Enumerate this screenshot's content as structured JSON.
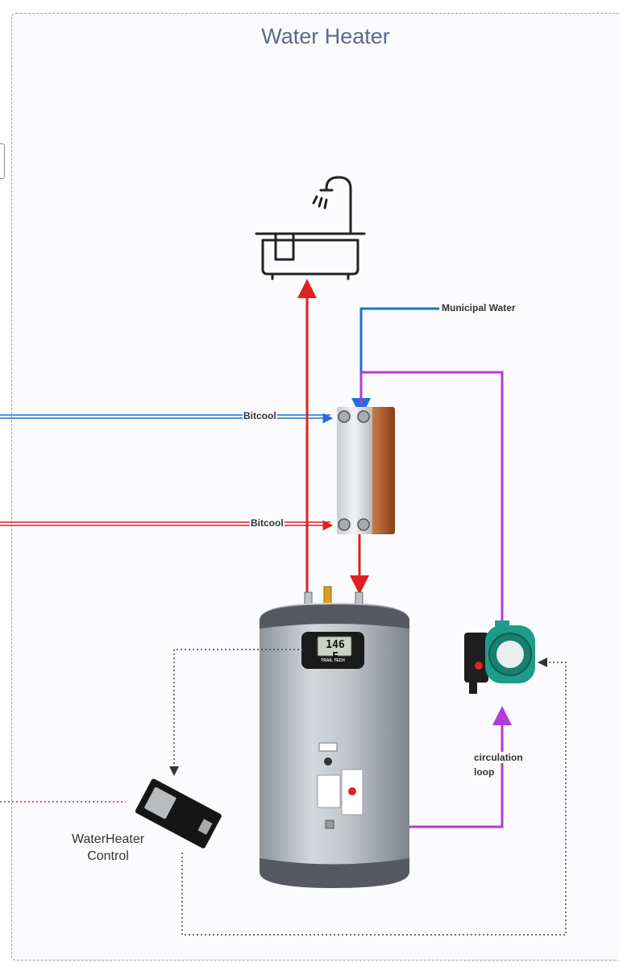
{
  "title": "Water Heater",
  "labels": {
    "municipal_water": "Municipal Water",
    "bitcool_top": "Bitcool",
    "bitcool_bottom": "Bitcool",
    "circulation_loop_line1": "circulation",
    "circulation_loop_line2": "loop",
    "controller_line1": "WaterHeater",
    "controller_line2": "Control"
  },
  "display": {
    "temperature": "146 F",
    "brand": "TRAIL TECH"
  },
  "colors": {
    "hot": "#e02020",
    "cold": "#1e6fd9",
    "circulation": "#b43ad9",
    "signal": "#444444",
    "network": "#c43aa8",
    "title": "#5a6b86"
  },
  "icons": [
    "sink-icon",
    "heat-exchanger-icon",
    "water-tank-icon",
    "circulation-pump-icon",
    "esp32-board-icon"
  ]
}
